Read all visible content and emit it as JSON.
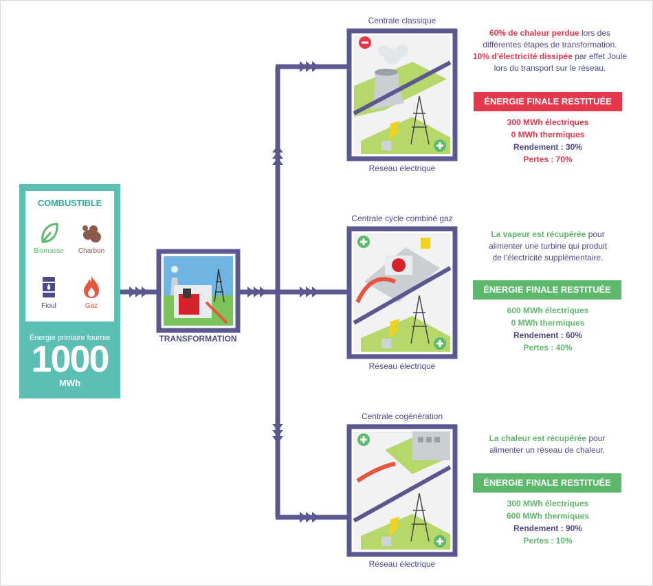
{
  "combustible": {
    "title": "COMBUSTIBLE",
    "fuels": [
      {
        "label": "Biomasse",
        "icon": "leaf-icon",
        "color": "#5cb86b"
      },
      {
        "label": "Charbon",
        "icon": "coal-icon",
        "color": "#8a5a4a"
      },
      {
        "label": "Fioul",
        "icon": "oil-barrel-icon",
        "color": "#4c4a8c"
      },
      {
        "label": "Gaz",
        "icon": "flame-icon",
        "color": "#e8553c"
      }
    ],
    "subtitle": "Énergie primaire fournie",
    "value": "1000",
    "unit": "MWh"
  },
  "transformation": {
    "label": "TRANSFORMATION"
  },
  "plants": [
    {
      "title": "Centrale classique",
      "network": "Réseau électrique",
      "sign": "minus",
      "desc": [
        {
          "hl": "60% de chaleur perdue",
          "rest": " lors des"
        },
        {
          "hl": "",
          "rest": "différentes étapes de transformation."
        },
        {
          "hl": "10% d'électricité dissipée",
          "rest": " par effet Joule"
        },
        {
          "hl": "",
          "rest": "lors du transport sur le réseau."
        }
      ],
      "badge": "ÉNERGIE FINALE RESTITUÉE",
      "electric": "300 MWh électriques",
      "thermal": "0 MWh thermiques",
      "rendement": "Rendement : 30%",
      "pertes": "Pertes : 70%"
    },
    {
      "title": "Centrale cycle combiné gaz",
      "network": "Réseau électrique",
      "sign": "plus",
      "desc": [
        {
          "hl": "La vapeur est récupérée",
          "rest": " pour"
        },
        {
          "hl": "",
          "rest": "alimenter une turbine qui produit"
        },
        {
          "hl": "",
          "rest": "de l'électricité supplémentaire."
        }
      ],
      "badge": "ÉNERGIE FINALE RESTITUÉE",
      "electric": "600 MWh électriques",
      "thermal": "0 MWh thermiques",
      "rendement": "Rendement : 60%",
      "pertes": "Pertes : 40%"
    },
    {
      "title": "Centrale cogénération",
      "network": "Réseau électrique",
      "sign": "plus",
      "desc": [
        {
          "hl": "La chaleur est récupérée",
          "rest": " pour"
        },
        {
          "hl": "",
          "rest": "alimenter un réseau de chaleur."
        }
      ],
      "badge": "ÉNERGIE FINALE RESTITUÉE",
      "electric": "300 MWh électriques",
      "thermal": "600 MWh thermiques",
      "rendement": "Rendement : 90%",
      "pertes": "Pertes : 10%"
    }
  ],
  "colors": {
    "purple": "#5b578f",
    "teal": "#5cbfb4",
    "red": "#e4384d",
    "green": "#5cb86b"
  }
}
